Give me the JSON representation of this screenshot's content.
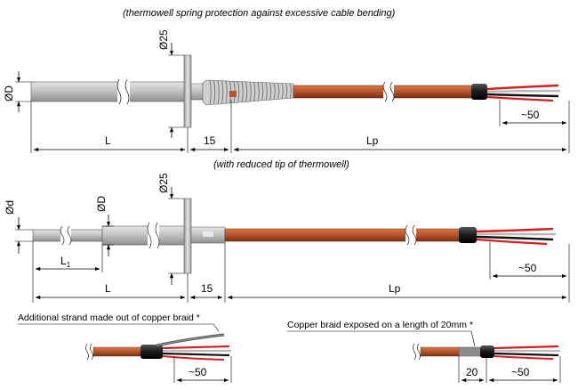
{
  "captions": {
    "spring": "(thermowell spring protection against excessive cable bending)",
    "reduced": "(with reduced tip of thermowell)"
  },
  "notes": {
    "strand": "Additional strand made out of copper braid *",
    "braid": "Copper braid exposed on a length of 20mm *"
  },
  "dims": {
    "d_upper": "ØD",
    "flange_upper": "Ø25",
    "L_upper": "L",
    "len15_upper": "15",
    "Lp_upper": "Lp",
    "wire_upper": "~50",
    "d_small": "Ød",
    "D_lower": "ØD",
    "flange_lower": "Ø25",
    "L1_main": "L",
    "L1_sub": "1",
    "L_lower": "L",
    "len15_lower": "15",
    "Lp_lower": "Lp",
    "wire_lower": "~50",
    "wire_strand": "~50",
    "braid20": "20",
    "wire_braid": "~50"
  },
  "colors": {
    "cable": "#b5532a",
    "cable_dark": "#7a2f12",
    "tube": "#c8c8c8",
    "sleeve": "#1a1a1a",
    "wire_red": "#d42020",
    "wire_white": "#e8e8e8",
    "wire_black": "#111111"
  }
}
